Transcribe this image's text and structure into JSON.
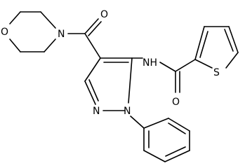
{
  "diagram": {
    "type": "chemical-structure",
    "atoms": {
      "morpholine_oxygen": "O",
      "morpholine_nitrogen": "N",
      "carbonyl_oxygen_1": "O",
      "amide_nh": "NH",
      "carbonyl_oxygen_2": "O",
      "thiophene_sulfur": "S",
      "pyrazole_n2": "N",
      "pyrazole_n1": "N"
    }
  }
}
